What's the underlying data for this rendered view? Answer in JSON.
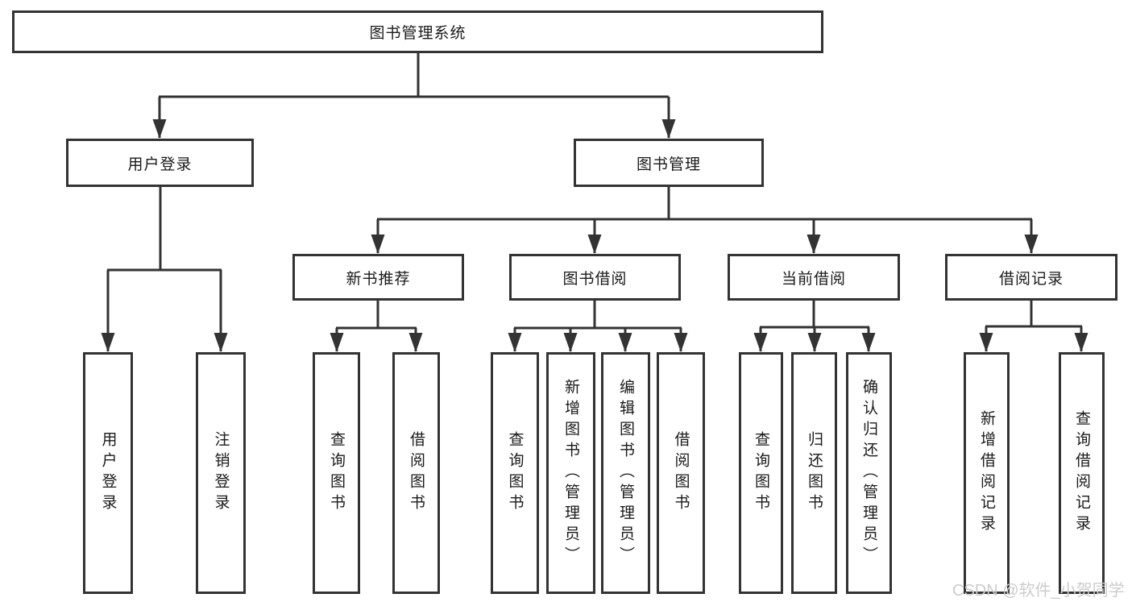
{
  "tree": {
    "root": "图书管理系统",
    "children": [
      {
        "label": "用户登录",
        "children": [
          {
            "label": "用户登录"
          },
          {
            "label": "注销登录"
          }
        ]
      },
      {
        "label": "图书管理",
        "children": [
          {
            "label": "新书推荐",
            "children": [
              {
                "label": "查询图书"
              },
              {
                "label": "借阅图书"
              }
            ]
          },
          {
            "label": "图书借阅",
            "children": [
              {
                "label": "查询图书"
              },
              {
                "label": "新增图书（管理员）"
              },
              {
                "label": "编辑图书（管理员）"
              },
              {
                "label": "借阅图书"
              }
            ]
          },
          {
            "label": "当前借阅",
            "children": [
              {
                "label": "查询图书"
              },
              {
                "label": "归还图书"
              },
              {
                "label": "确认归还（管理员）"
              }
            ]
          },
          {
            "label": "借阅记录",
            "children": [
              {
                "label": "新增借阅记录"
              },
              {
                "label": "查询借阅记录"
              }
            ]
          }
        ]
      }
    ]
  },
  "watermark": {
    "text": "CSDN @软件_小贺同学"
  },
  "colors": {
    "line": "#333333",
    "text": "#1a1a1a",
    "watermark": "#cccccc",
    "background": "#ffffff"
  }
}
